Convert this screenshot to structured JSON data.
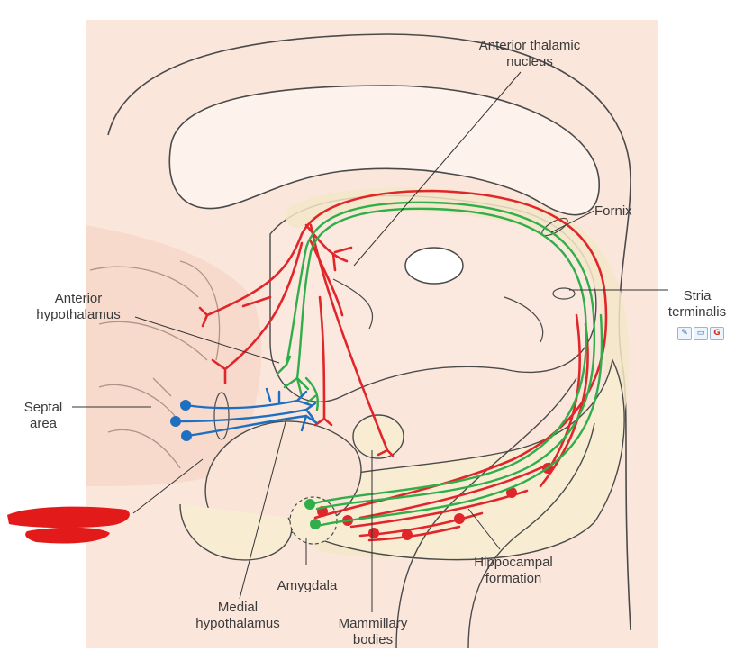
{
  "labels": {
    "anterior_thalamic_line1": "Anterior thalamic",
    "anterior_thalamic_line2": "nucleus",
    "fornix": "Fornix",
    "stria_line1": "Stria",
    "stria_line2": "terminalis",
    "ant_hypo_line1": "Anterior",
    "ant_hypo_line2": "hypothalamus",
    "septal_line1": "Septal",
    "septal_line2": "area",
    "hippocampal_line1": "Hippocampal",
    "hippocampal_line2": "formation",
    "amygdala": "Amygdala",
    "medial_hypo_line1": "Medial",
    "medial_hypo_line2": "hypothalamus",
    "mammillary_line1": "Mammillary",
    "mammillary_line2": "bodies"
  },
  "toolbar": {
    "edit_icon": "pencil-icon",
    "comment_icon": "comment-icon",
    "google_icon": "google-icon",
    "edit_glyph": "✎",
    "comment_glyph": "▭",
    "google_glyph": "G"
  },
  "colors": {
    "tissue_fill": "#fbe7dd",
    "tissue_shade": "#f6cdbd",
    "pale_structure": "#f8efd9",
    "outline": "#4a4a4a",
    "pathway_red": "#e1262b",
    "pathway_green": "#2fae4a",
    "pathway_blue": "#1f6fc1",
    "redaction": "#e21a1a"
  }
}
